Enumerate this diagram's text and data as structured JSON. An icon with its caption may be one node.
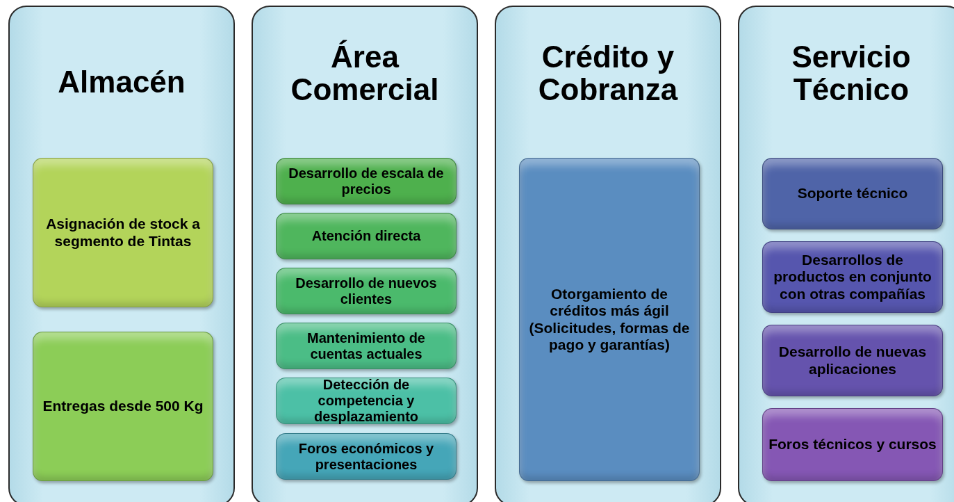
{
  "diagram": {
    "nodes": [
      {
        "text": [
          "Almacén"
        ]
      },
      {
        "text": [
          "Asignación de stock a segmento de Tintas"
        ],
        "in": 0
      },
      {
        "text": [
          "Entregas desde 500 Kg"
        ],
        "in": 0
      },
      {
        "text": [
          "Área Comercial"
        ]
      },
      {
        "text": [
          "Desarrollo de escala de precios"
        ],
        "in": 3
      },
      {
        "text": [
          "Atención directa"
        ],
        "in": 3
      },
      {
        "text": [
          "Desarrollo de nuevos clientes"
        ],
        "in": 3
      },
      {
        "text": [
          "Mantenimiento de cuentas actuales"
        ],
        "in": 3
      },
      {
        "text": [
          "Detección de competencia y desplazamiento"
        ],
        "in": 3
      },
      {
        "text": [
          "Foros económicos y presentaciones"
        ],
        "in": 3
      },
      {
        "text": [
          "Crédito y Cobranza"
        ]
      },
      {
        "text": [
          "Otorgamiento de créditos más ágil (Solicitudes, formas de pago y garantías)"
        ],
        "in": 10
      },
      {
        "text": [
          "Servicio Técnico"
        ]
      },
      {
        "text": [
          "Soporte técnico"
        ],
        "in": 12
      },
      {
        "text": [
          "Desarrollos de productos en conjunto con otras compañías"
        ],
        "in": 12
      },
      {
        "text": [
          "Desarrollo de nuevas aplicaciones"
        ],
        "in": 12
      },
      {
        "text": [
          "Foros técnicos y cursos"
        ],
        "in": 12
      }
    ]
  }
}
